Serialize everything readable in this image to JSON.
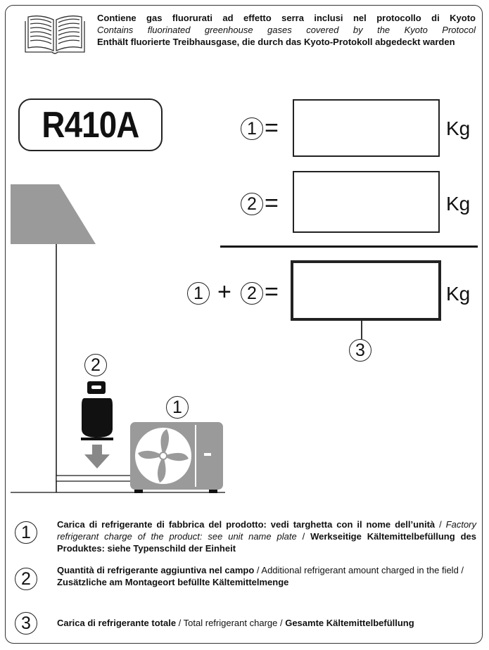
{
  "header": {
    "line_it": "Contiene gas fluorurati ad effetto serra inclusi nel protocollo di Kyoto",
    "line_en": "Contains fluorinated greenhouse gases covered by the Kyoto Protocol",
    "line_de": "Enthält fluorierte Treibhausgase, die durch das Kyoto-Protokoll abgedeckt warden"
  },
  "refrigerant": "R410A",
  "equation": {
    "marker_1": "1",
    "marker_2": "2",
    "marker_3": "3",
    "equals": "=",
    "plus": "+",
    "unit": "Kg"
  },
  "legend": [
    {
      "marker": "1",
      "it": "Carica di refrigerante di fabbrica del prodotto: vedi targhetta con il nome dell’unità",
      "sep1": " / ",
      "en": "Factory refrigerant charge of the product: see unit name plate",
      "sep2": " / ",
      "de": "Werkseitige Kältemittelbefüllung des Produktes: siehe Typenschild der Einheit"
    },
    {
      "marker": "2",
      "it": "Quantità di refrigerante aggiuntiva nel campo",
      "sep1": " / ",
      "en": "Additional refrigerant amount charged in the field",
      "sep2": " / ",
      "de": "Zusätzliche am Montageort befüllte Kältemittelmenge"
    },
    {
      "marker": "3",
      "it": "Carica di refrigerante totale",
      "sep1": " / ",
      "en": "Total refrigerant charge",
      "sep2": " / ",
      "de": "Gesamte Kältemittelbefüllung"
    }
  ]
}
